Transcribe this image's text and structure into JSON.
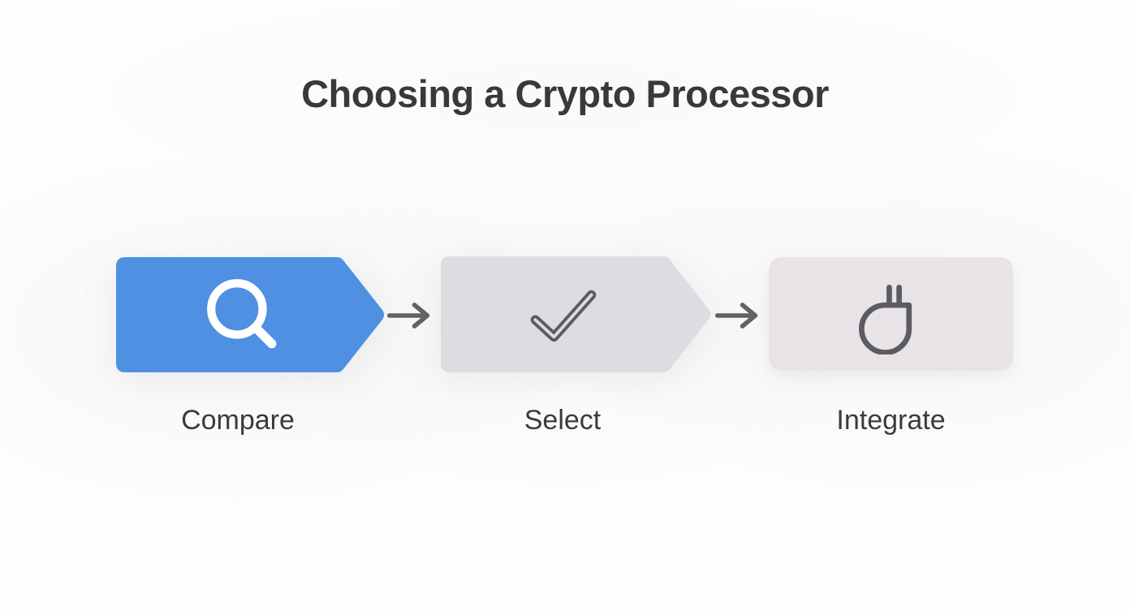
{
  "title": "Choosing a Crypto Processor",
  "steps": [
    {
      "label": "Compare",
      "icon": "magnifier-icon",
      "shape": "chevron",
      "fill": "#4f90e2",
      "icon_color": "#ffffff"
    },
    {
      "label": "Select",
      "icon": "checkmark-icon",
      "shape": "chevron",
      "fill": "#dddde1",
      "icon_color": "#5c5c60"
    },
    {
      "label": "Integrate",
      "icon": "plug-icon",
      "shape": "rounded-rect",
      "fill": "#e7e3e6",
      "icon_color": "#5c5c60"
    }
  ],
  "connectors": [
    {
      "type": "arrow-right",
      "color": "#626266"
    },
    {
      "type": "arrow-right",
      "color": "#626266"
    }
  ],
  "colors": {
    "background": "#fdfdfd",
    "title_text": "#39393c",
    "label_text": "#3b3b3e",
    "accent_blue": "#4f90e2",
    "chevron_gray": "#dddde1",
    "box_gray": "#e7e3e6",
    "arrow_gray": "#626266"
  }
}
